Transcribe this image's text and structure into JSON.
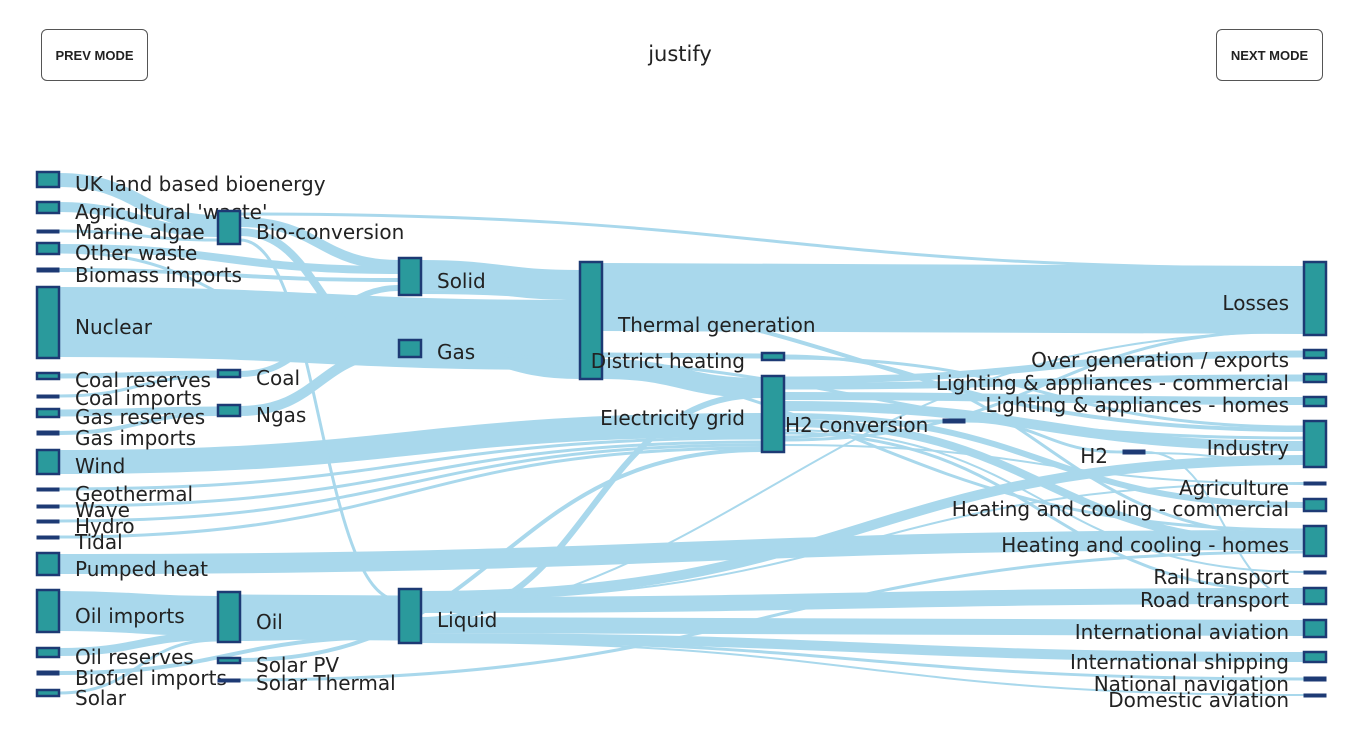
{
  "header": {
    "prev_label": "PREV MODE",
    "next_label": "NEXT MODE",
    "mode_title": "justify"
  },
  "colors": {
    "node_fill": "#2a9a9c",
    "node_stroke": "#1d3a74",
    "link": "#a9d8ec"
  },
  "nodes": [
    {
      "id": "uk_bio",
      "label": "UK land based bioenergy"
    },
    {
      "id": "agri_waste",
      "label": "Agricultural 'waste'"
    },
    {
      "id": "marine_algae",
      "label": "Marine algae"
    },
    {
      "id": "other_waste",
      "label": "Other waste"
    },
    {
      "id": "biomass_imports",
      "label": "Biomass imports"
    },
    {
      "id": "nuclear",
      "label": "Nuclear"
    },
    {
      "id": "coal_reserves",
      "label": "Coal reserves"
    },
    {
      "id": "coal_imports",
      "label": "Coal imports"
    },
    {
      "id": "gas_reserves",
      "label": "Gas reserves"
    },
    {
      "id": "gas_imports",
      "label": "Gas imports"
    },
    {
      "id": "wind",
      "label": "Wind"
    },
    {
      "id": "geothermal",
      "label": "Geothermal"
    },
    {
      "id": "wave",
      "label": "Wave"
    },
    {
      "id": "hydro",
      "label": "Hydro"
    },
    {
      "id": "tidal",
      "label": "Tidal"
    },
    {
      "id": "pumped_heat",
      "label": "Pumped heat"
    },
    {
      "id": "oil_imports",
      "label": "Oil imports"
    },
    {
      "id": "oil_reserves",
      "label": "Oil reserves"
    },
    {
      "id": "biofuel_imports",
      "label": "Biofuel imports"
    },
    {
      "id": "solar",
      "label": "Solar"
    },
    {
      "id": "bio_conversion",
      "label": "Bio-conversion"
    },
    {
      "id": "coal",
      "label": "Coal"
    },
    {
      "id": "ngas",
      "label": "Ngas"
    },
    {
      "id": "oil",
      "label": "Oil"
    },
    {
      "id": "solar_pv",
      "label": "Solar PV"
    },
    {
      "id": "solar_thermal",
      "label": "Solar Thermal"
    },
    {
      "id": "solid",
      "label": "Solid"
    },
    {
      "id": "gas",
      "label": "Gas"
    },
    {
      "id": "liquid",
      "label": "Liquid"
    },
    {
      "id": "thermal_generation",
      "label": "Thermal generation"
    },
    {
      "id": "district_heating",
      "label": "District heating"
    },
    {
      "id": "electricity_grid",
      "label": "Electricity grid"
    },
    {
      "id": "h2_conversion",
      "label": "H2 conversion"
    },
    {
      "id": "h2",
      "label": "H2"
    },
    {
      "id": "losses",
      "label": "Losses"
    },
    {
      "id": "over_generation",
      "label": "Over generation / exports"
    },
    {
      "id": "lighting_commercial",
      "label": "Lighting & appliances - commercial"
    },
    {
      "id": "lighting_homes",
      "label": "Lighting & appliances - homes"
    },
    {
      "id": "industry",
      "label": "Industry"
    },
    {
      "id": "agriculture",
      "label": "Agriculture"
    },
    {
      "id": "heating_commercial",
      "label": "Heating and cooling - commercial"
    },
    {
      "id": "heating_homes",
      "label": "Heating and cooling - homes"
    },
    {
      "id": "rail_transport",
      "label": "Rail transport"
    },
    {
      "id": "road_transport",
      "label": "Road transport"
    },
    {
      "id": "international_aviation",
      "label": "International aviation"
    },
    {
      "id": "international_shipping",
      "label": "International shipping"
    },
    {
      "id": "national_navigation",
      "label": "National navigation"
    },
    {
      "id": "domestic_aviation",
      "label": "Domestic aviation"
    }
  ]
}
